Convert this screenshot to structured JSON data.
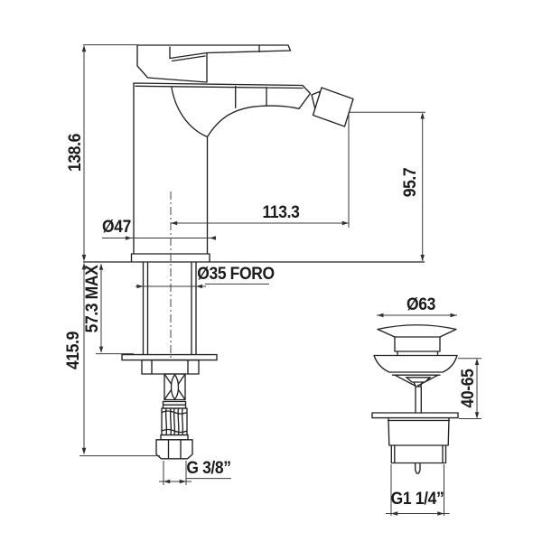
{
  "page": {
    "background_color": "#ffffff",
    "line_color": "#222222",
    "dimension_line_color": "#3a3a3a",
    "text_color": "#1b1b1b"
  },
  "faucet_view": {
    "dimensions": {
      "total_height": "138.6",
      "under_deck_length": "415.9",
      "max_deck_thickness": "57.3 MAX",
      "base_diameter": "Ø47",
      "mounting_hole": "Ø35 FORO",
      "spout_reach": "113.3",
      "spout_height": "95.7",
      "supply_thread": "G 3/8”"
    }
  },
  "drain_view": {
    "dimensions": {
      "cap_diameter": "Ø63",
      "clamping_range": "40-65",
      "outlet_thread": "G1 1/4”"
    }
  }
}
